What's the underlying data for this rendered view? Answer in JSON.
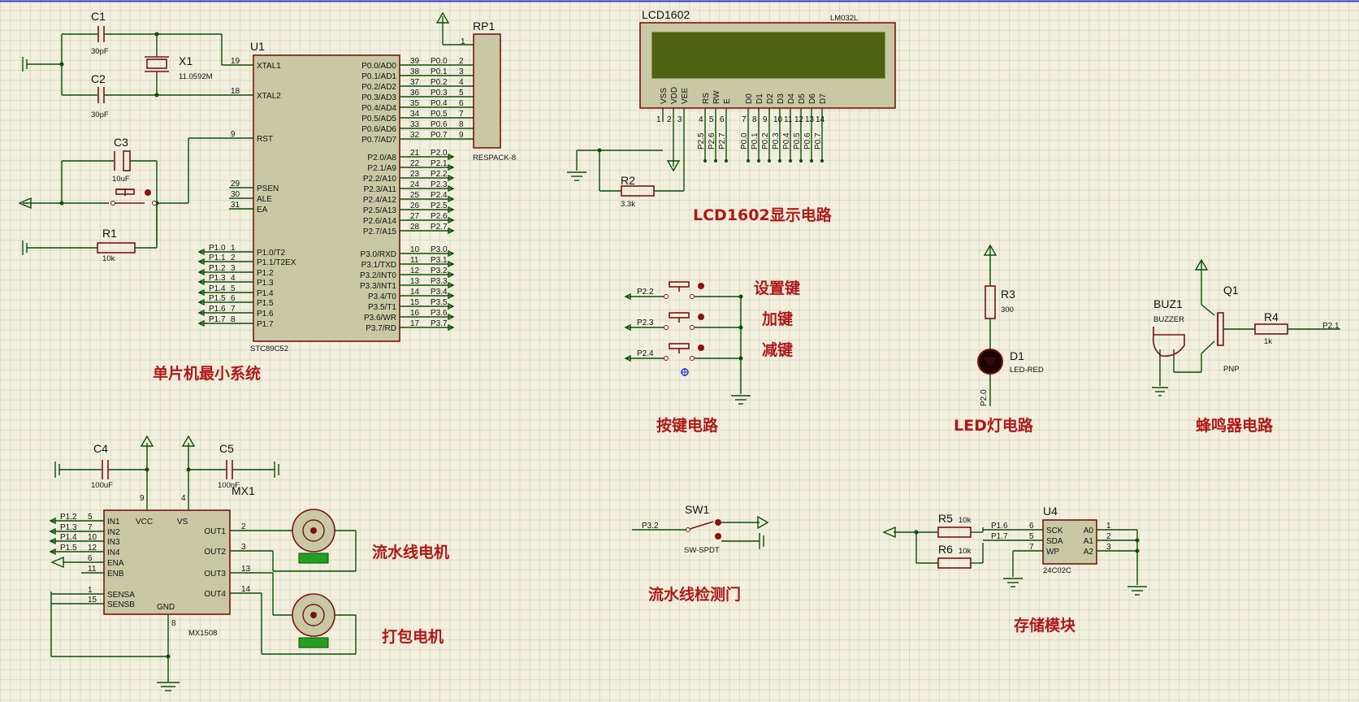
{
  "sections": {
    "mcu": "单片机最小系统",
    "lcd": "LCD1602显示电路",
    "keys": "按键电路",
    "led": "LED灯电路",
    "buzzer": "蜂鸣器电路",
    "motor": "流水线电机",
    "pack": "打包电机",
    "gate": "流水线检测门",
    "storage": "存储模块"
  },
  "key_labels": [
    "设置键",
    "加键",
    "减键"
  ],
  "components": {
    "c1": {
      "ref": "C1",
      "value": "30pF"
    },
    "c2": {
      "ref": "C2",
      "value": "30pF"
    },
    "c3": {
      "ref": "C3",
      "value": "10uF"
    },
    "x1": {
      "ref": "X1",
      "value": "11.0592M"
    },
    "r1": {
      "ref": "R1",
      "value": "10k"
    },
    "u1": {
      "ref": "U1",
      "part": "STC89C52"
    },
    "rp1": {
      "ref": "RP1",
      "part": "RESPACK-8"
    },
    "lcd": {
      "ref": "LCD1602",
      "part": "LM032L"
    },
    "r2": {
      "ref": "R2",
      "value": "3.3k"
    },
    "r3": {
      "ref": "R3",
      "value": "300"
    },
    "d1": {
      "ref": "D1",
      "value": "LED-RED"
    },
    "buz1": {
      "ref": "BUZ1",
      "value": "BUZZER"
    },
    "q1": {
      "ref": "Q1",
      "value": "PNP"
    },
    "r4": {
      "ref": "R4",
      "value": "1k"
    },
    "c4": {
      "ref": "C4",
      "value": "100uF"
    },
    "c5": {
      "ref": "C5",
      "value": "100nF"
    },
    "mx1": {
      "ref": "MX1",
      "part": "MX1508"
    },
    "sw1": {
      "ref": "SW1",
      "part": "SW-SPDT"
    },
    "r5": {
      "ref": "R5",
      "value": "10k"
    },
    "r6": {
      "ref": "R6",
      "value": "10k"
    },
    "u4": {
      "ref": "U4",
      "part": "24C02C"
    }
  },
  "u1_left": [
    {
      "num": "19",
      "name": "XTAL1"
    },
    {
      "num": "18",
      "name": "XTAL2"
    },
    {
      "num": "9",
      "name": "RST"
    },
    {
      "num": "29",
      "name": "PSEN"
    },
    {
      "num": "30",
      "name": "ALE"
    },
    {
      "num": "31",
      "name": "EA"
    },
    {
      "num": "1",
      "name": "P1.0/T2",
      "net": "P1.0"
    },
    {
      "num": "2",
      "name": "P1.1/T2EX",
      "net": "P1.1"
    },
    {
      "num": "3",
      "name": "P1.2",
      "net": "P1.2"
    },
    {
      "num": "4",
      "name": "P1.3",
      "net": "P1.3"
    },
    {
      "num": "5",
      "name": "P1.4",
      "net": "P1.4"
    },
    {
      "num": "6",
      "name": "P1.5",
      "net": "P1.5"
    },
    {
      "num": "7",
      "name": "P1.6",
      "net": "P1.6"
    },
    {
      "num": "8",
      "name": "P1.7",
      "net": "P1.7"
    }
  ],
  "u1_right": [
    {
      "num": "39",
      "name": "P0.0/AD0",
      "net": "P0.0",
      "rp": "2"
    },
    {
      "num": "38",
      "name": "P0.1/AD1",
      "net": "P0.1",
      "rp": "3"
    },
    {
      "num": "37",
      "name": "P0.2/AD2",
      "net": "P0.2",
      "rp": "4"
    },
    {
      "num": "36",
      "name": "P0.3/AD3",
      "net": "P0.3",
      "rp": "5"
    },
    {
      "num": "35",
      "name": "P0.4/AD4",
      "net": "P0.4",
      "rp": "6"
    },
    {
      "num": "34",
      "name": "P0.5/AD5",
      "net": "P0.5",
      "rp": "7"
    },
    {
      "num": "33",
      "name": "P0.6/AD6",
      "net": "P0.6",
      "rp": "8"
    },
    {
      "num": "32",
      "name": "P0.7/AD7",
      "net": "P0.7",
      "rp": "9"
    },
    {
      "num": "21",
      "name": "P2.0/A8",
      "net": "P2.0"
    },
    {
      "num": "22",
      "name": "P2.1/A9",
      "net": "P2.1"
    },
    {
      "num": "23",
      "name": "P2.2/A10",
      "net": "P2.2"
    },
    {
      "num": "24",
      "name": "P2.3/A11",
      "net": "P2.3"
    },
    {
      "num": "25",
      "name": "P2.4/A12",
      "net": "P2.4"
    },
    {
      "num": "26",
      "name": "P2.5/A13",
      "net": "P2.5"
    },
    {
      "num": "27",
      "name": "P2.6/A14",
      "net": "P2.6"
    },
    {
      "num": "28",
      "name": "P2.7/A15",
      "net": "P2.7"
    },
    {
      "num": "10",
      "name": "P3.0/RXD",
      "net": "P3.0"
    },
    {
      "num": "11",
      "name": "P3.1/TXD",
      "net": "P3.1"
    },
    {
      "num": "12",
      "name": "P3.2/INT0",
      "net": "P3.2"
    },
    {
      "num": "13",
      "name": "P3.3/INT1",
      "net": "P3.3"
    },
    {
      "num": "14",
      "name": "P3.4/T0",
      "net": "P3.4"
    },
    {
      "num": "15",
      "name": "P3.5/T1",
      "net": "P3.5"
    },
    {
      "num": "16",
      "name": "P3.6/WR",
      "net": "P3.6"
    },
    {
      "num": "17",
      "name": "P3.7/RD",
      "net": "P3.7"
    }
  ],
  "rp1_common_pin": "1",
  "lcd_pins": [
    {
      "name": "VSS",
      "num": "1"
    },
    {
      "name": "VDD",
      "num": "2"
    },
    {
      "name": "VEE",
      "num": "3"
    },
    {
      "name": "RS",
      "num": "4",
      "net": "P2.5"
    },
    {
      "name": "RW",
      "num": "5",
      "net": "P2.6"
    },
    {
      "name": "E",
      "num": "6",
      "net": "P2.7"
    },
    {
      "name": "D0",
      "num": "7",
      "net": "P0.0"
    },
    {
      "name": "D1",
      "num": "8",
      "net": "P0.1"
    },
    {
      "name": "D2",
      "num": "9",
      "net": "P0.2"
    },
    {
      "name": "D3",
      "num": "10",
      "net": "P0.3"
    },
    {
      "name": "D4",
      "num": "11",
      "net": "P0.4"
    },
    {
      "name": "D5",
      "num": "12",
      "net": "P0.5"
    },
    {
      "name": "D6",
      "num": "13",
      "net": "P0.6"
    },
    {
      "name": "D7",
      "num": "14",
      "net": "P0.7"
    }
  ],
  "key_nets": [
    "P2.2",
    "P2.3",
    "P2.4"
  ],
  "led_net": "P2.0",
  "buzzer_net": "P2.1",
  "mx1_left": [
    {
      "num": "5",
      "name": "IN1",
      "net": "P1.2"
    },
    {
      "num": "7",
      "name": "IN2",
      "net": "P1.3"
    },
    {
      "num": "10",
      "name": "IN3",
      "net": "P1.4"
    },
    {
      "num": "12",
      "name": "IN4",
      "net": "P1.5"
    },
    {
      "num": "6",
      "name": "ENA"
    },
    {
      "num": "11",
      "name": "ENB"
    },
    {
      "num": "1",
      "name": "SENSA"
    },
    {
      "num": "15",
      "name": "SENSB"
    }
  ],
  "mx1_right": [
    {
      "num": "2",
      "name": "OUT1"
    },
    {
      "num": "3",
      "name": "OUT2"
    },
    {
      "num": "13",
      "name": "OUT3"
    },
    {
      "num": "14",
      "name": "OUT4"
    }
  ],
  "mx1_top": [
    {
      "num": "9",
      "name": "VCC"
    },
    {
      "num": "4",
      "name": "VS"
    }
  ],
  "mx1_bottom": {
    "num": "8",
    "name": "GND"
  },
  "sw1_net": "P3.2",
  "u4_left": [
    {
      "num": "6",
      "name": "SCK",
      "net": "P1.6"
    },
    {
      "num": "5",
      "name": "SDA",
      "net": "P1.7"
    },
    {
      "num": "7",
      "name": "WP"
    }
  ],
  "u4_right": [
    {
      "num": "1",
      "name": "A0"
    },
    {
      "num": "2",
      "name": "A1"
    },
    {
      "num": "3",
      "name": "A2"
    }
  ]
}
